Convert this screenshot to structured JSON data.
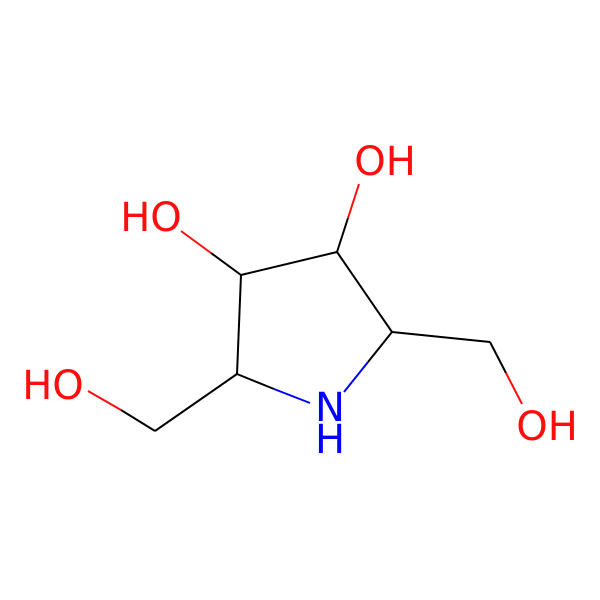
{
  "molecule": {
    "atoms": {
      "oh_top": "OH",
      "ho_left_upper": "HO",
      "ho_left_lower": "HO",
      "oh_right_lower": "OH",
      "nh_n": "N",
      "nh_h": "H"
    },
    "colors": {
      "oxygen": "#ff0d0d",
      "nitrogen": "#0000ff",
      "bond": "#000000",
      "background": "#ffffff"
    }
  }
}
